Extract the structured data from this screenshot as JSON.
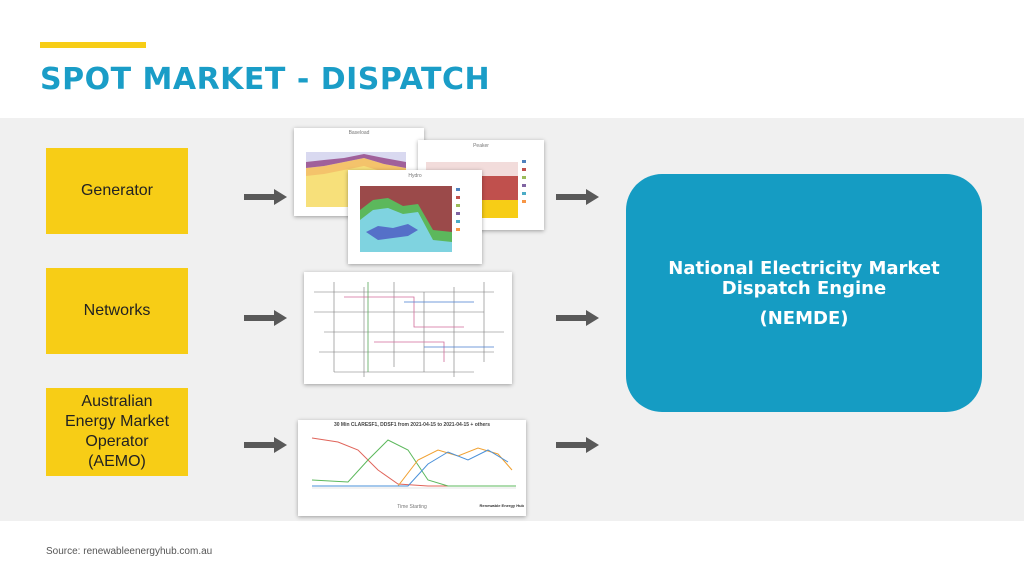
{
  "slide": {
    "title": "SPOT MARKET - DISPATCH",
    "source": "Source: renewableenergyhub.com.au"
  },
  "inputs": [
    {
      "label": "Generator"
    },
    {
      "label": "Networks"
    },
    {
      "label": "Australian\nEnergy Market\nOperator\n(AEMO)"
    }
  ],
  "thumbnails": {
    "baseload_title": "Baseload",
    "peaker_title": "Peaker",
    "hydro_title": "Hydro",
    "line_chart_title": "30 Min CLARESF1, DDSF1 from 2021-04-15 to 2021-04-15 + others",
    "line_chart_xlabel": "Time Starting",
    "watermark": "Renewable Energy Hub"
  },
  "engine": {
    "line1": "National Electricity Market",
    "line2": "Dispatch Engine",
    "line3": "(NEMDE)"
  },
  "colors": {
    "accent_yellow": "#f7cd16",
    "title_blue": "#1a9dc7",
    "engine_blue": "#159cc3",
    "arrow_gray": "#595959",
    "band_gray": "#f0f0f0"
  }
}
